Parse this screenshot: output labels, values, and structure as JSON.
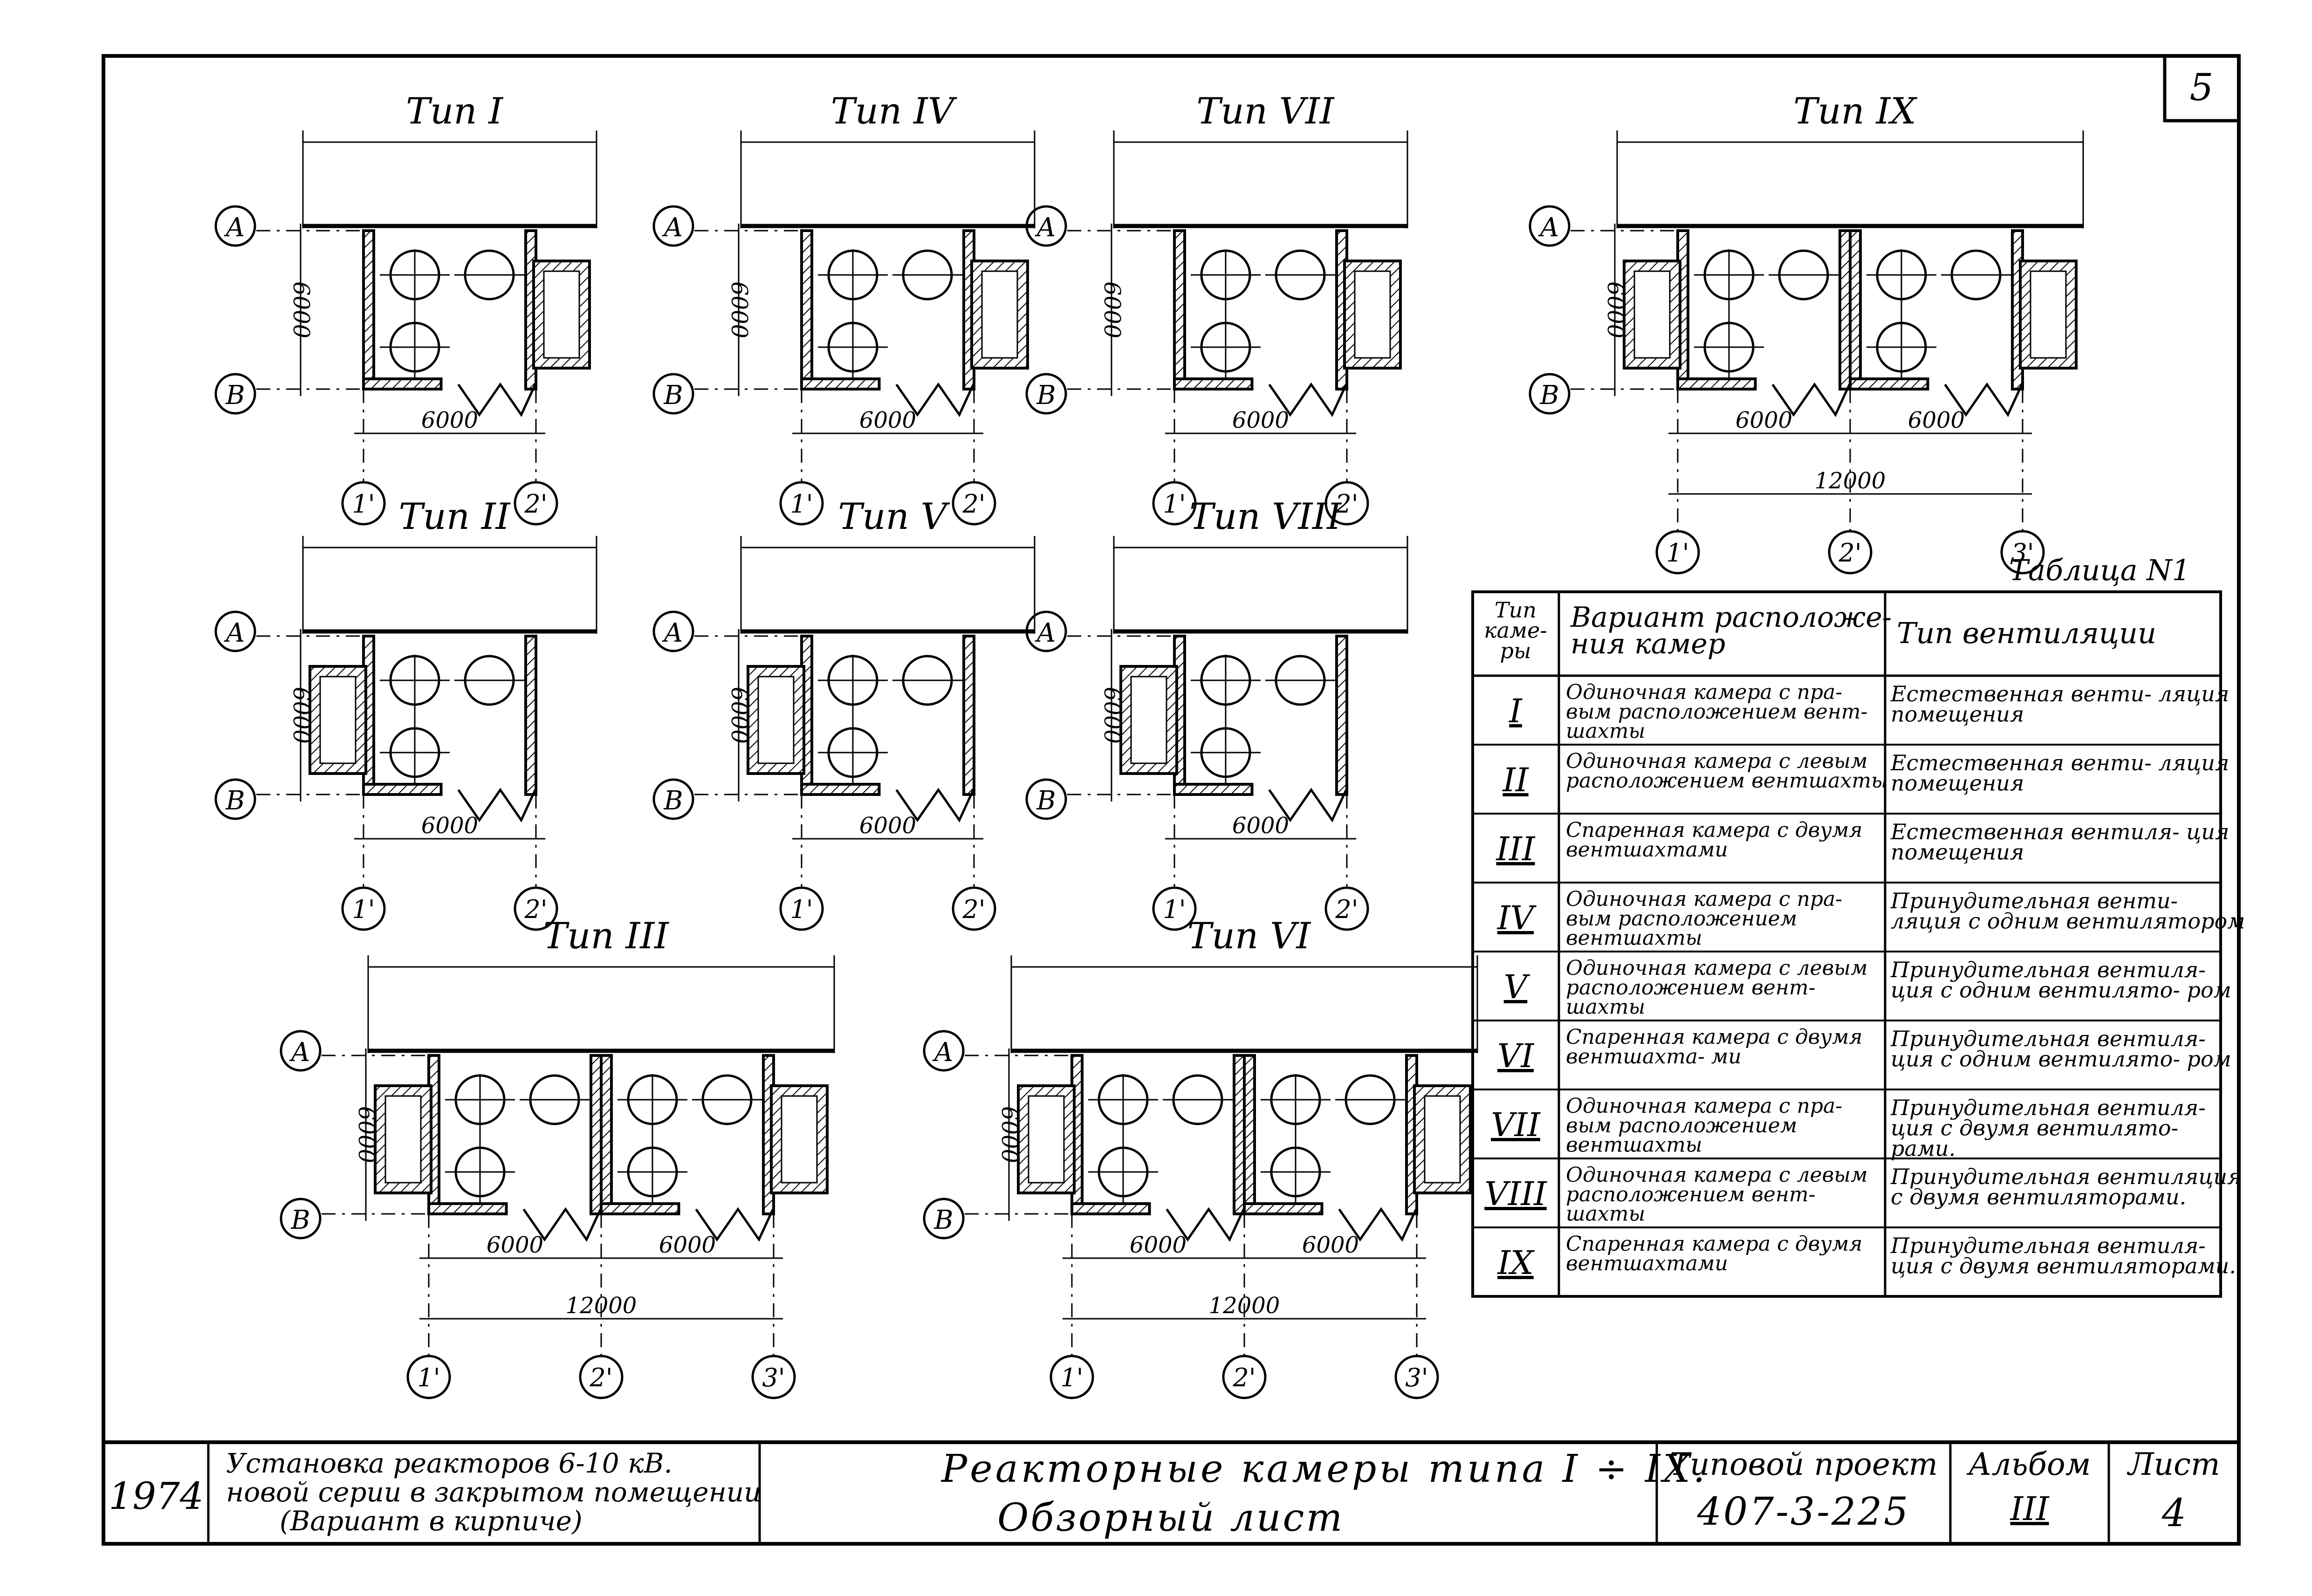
{
  "sheet": {
    "sheet_no": "5"
  },
  "plans": [
    {
      "title": "Тип I",
      "axis_a": "А",
      "axis_b": "В",
      "dim_v": "6000",
      "dims_h": [
        "6000"
      ],
      "total": "",
      "axes": [
        "1'",
        "2'"
      ]
    },
    {
      "title": "Тип IV",
      "axis_a": "А",
      "axis_b": "В",
      "dim_v": "6000",
      "dims_h": [
        "6000"
      ],
      "total": "",
      "axes": [
        "1'",
        "2'"
      ]
    },
    {
      "title": "Тип VII",
      "axis_a": "А",
      "axis_b": "В",
      "dim_v": "6000",
      "dims_h": [
        "6000"
      ],
      "total": "",
      "axes": [
        "1'",
        "2'"
      ]
    },
    {
      "title": "Тип IX",
      "axis_a": "А",
      "axis_b": "В",
      "dim_v": "6000",
      "dims_h": [
        "6000",
        "6000"
      ],
      "total": "12000",
      "axes": [
        "1'",
        "2'",
        "3'"
      ]
    },
    {
      "title": "Тип II",
      "axis_a": "А",
      "axis_b": "В",
      "dim_v": "6000",
      "dims_h": [
        "6000"
      ],
      "total": "",
      "axes": [
        "1'",
        "2'"
      ]
    },
    {
      "title": "Тип V",
      "axis_a": "А",
      "axis_b": "В",
      "dim_v": "6000",
      "dims_h": [
        "6000"
      ],
      "total": "",
      "axes": [
        "1'",
        "2'"
      ]
    },
    {
      "title": "Тип VIII",
      "axis_a": "А",
      "axis_b": "В",
      "dim_v": "6000",
      "dims_h": [
        "6000"
      ],
      "total": "",
      "axes": [
        "1'",
        "2'"
      ]
    },
    {
      "title": "Тип III",
      "axis_a": "А",
      "axis_b": "В",
      "dim_v": "6000",
      "dims_h": [
        "6000",
        "6000"
      ],
      "total": "12000",
      "axes": [
        "1'",
        "2'",
        "3'"
      ]
    },
    {
      "title": "Тип VI",
      "axis_a": "А",
      "axis_b": "В",
      "dim_v": "6000",
      "dims_h": [
        "6000",
        "6000"
      ],
      "total": "12000",
      "axes": [
        "1'",
        "2'",
        "3'"
      ]
    }
  ],
  "table": {
    "caption": "Таблица N1",
    "headers": [
      "Тип каме- ры",
      "Вариант расположе- ния камер",
      "Тип вентиляции"
    ],
    "rows": [
      {
        "type": "I",
        "variant": "Одиночная камера с пра- вым расположением вент- шахты",
        "ventilation": "Естественная венти- ляция помещения"
      },
      {
        "type": "II",
        "variant": "Одиночная камера с левым расположением вентшахты",
        "ventilation": "Естественная венти- ляция помещения"
      },
      {
        "type": "III",
        "variant": "Спаренная камера с двумя вентшахтами",
        "ventilation": "Естественная вентиля- ция помещения"
      },
      {
        "type": "IV",
        "variant": "Одиночная камера с пра- вым расположением вентшахты",
        "ventilation": "Принудительная венти- ляция с одним вентилятором"
      },
      {
        "type": "V",
        "variant": "Одиночная камера с левым расположением вент- шахты",
        "ventilation": "Принудительная вентиля- ция с одним вентилято- ром"
      },
      {
        "type": "VI",
        "variant": "Спаренная камера с двумя вентшахта- ми",
        "ventilation": "Принудительная вентиля- ция с одним вентилято- ром"
      },
      {
        "type": "VII",
        "variant": "Одиночная камера с пра- вым расположением вентшахты",
        "ventilation": "Принудительная вентиля- ция с двумя вентилято- рами."
      },
      {
        "type": "VIII",
        "variant": "Одиночная камера с левым расположением вент- шахты",
        "ventilation": "Принудительная вентиляция с двумя вентиляторами."
      },
      {
        "type": "IX",
        "variant": "Спаренная камера с двумя вентшахтами",
        "ventilation": "Принудительная вентиля- ция с двумя вентиляторами."
      }
    ]
  },
  "title_block": {
    "year": "1974",
    "project_desc": [
      "Установка реакторов 6-10 кВ.",
      "новой серии в закрытом помещении",
      "(Вариант в кирпиче)"
    ],
    "title_line1": "Реакторные камеры типа I ÷ IX.",
    "title_line2": "Обзорный лист",
    "project_label": "Типовой проект",
    "project_no": "407-3-225",
    "album_label": "Альбом",
    "album_no": "III",
    "sheet_label": "Лист",
    "sheet_value": "4"
  }
}
